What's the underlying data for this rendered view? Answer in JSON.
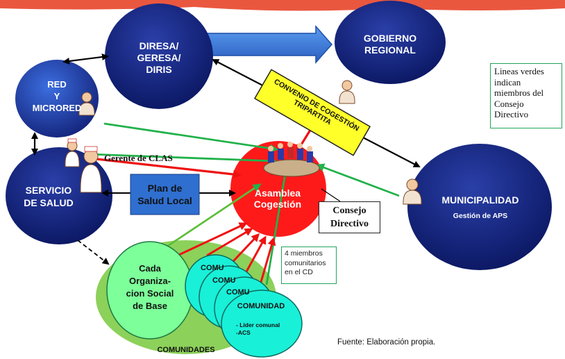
{
  "nodes": {
    "diresa": "DIRESA/\nGERESA/\nDIRIS",
    "gobierno": "GOBIERNO\nREGIONAL",
    "red": "RED\nY\nMICRORED",
    "servicio": "SERVICIO\nDE SALUD",
    "municipalidad": "MUNICIPALIDAD",
    "municipalidad_sub": "Gestión de APS",
    "asamblea": "Asamblea\nCogestión",
    "plan": "Plan de\nSalud Local",
    "organizacion": "Cada\nOrganiza-\ncion Social\nde Base",
    "comunidad": "COMUNIDAD",
    "comunidad_partial": "COMU",
    "comunidad_sub": "- Líder comunal\n-ACS",
    "comunidades": "COMUNIDADES"
  },
  "labels": {
    "convenio": "CONVENIO DE COGESTIÓN\nTRIPARTITA",
    "gerente": "Gerente de CLAS",
    "consejo": "Consejo\nDirectivo",
    "cuatro": "4 miembros\ncomunitarios\nen el CD",
    "legend": "Lineas verdes\nindican\nmiembros del\nConsejo\nDirectivo",
    "fuente": "Fuente: Elaboración propia."
  },
  "colors": {
    "navy": "#0b1a6b",
    "red_node": "#ff1a1a",
    "blue_box": "#2f6fd0",
    "light_green": "#8cd15a",
    "mint": "#7dff9a",
    "cyan": "#19f0d8",
    "green_line": "#22b24a",
    "red_line": "#ee1111",
    "yellow": "#ffff2a",
    "title_red": "#e8452a"
  }
}
